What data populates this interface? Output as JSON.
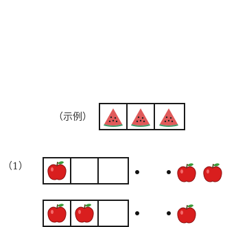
{
  "example": {
    "label": "（示例）",
    "cells": [
      "watermelon",
      "watermelon",
      "watermelon"
    ]
  },
  "question1": {
    "label": "（1）",
    "rows": [
      {
        "cells": [
          "apple",
          "",
          ""
        ],
        "right_count": 2
      },
      {
        "cells": [
          "apple",
          "apple",
          ""
        ],
        "right_count": 1
      }
    ]
  },
  "icons": {
    "apple": "apple-icon",
    "watermelon": "watermelon-slice-icon"
  },
  "colors": {
    "apple_red": "#d91e1e",
    "apple_leaf": "#3a9a3a",
    "melon_flesh": "#e05a5a",
    "melon_rind": "#3f9a6a",
    "line": "#1a1a1a"
  }
}
